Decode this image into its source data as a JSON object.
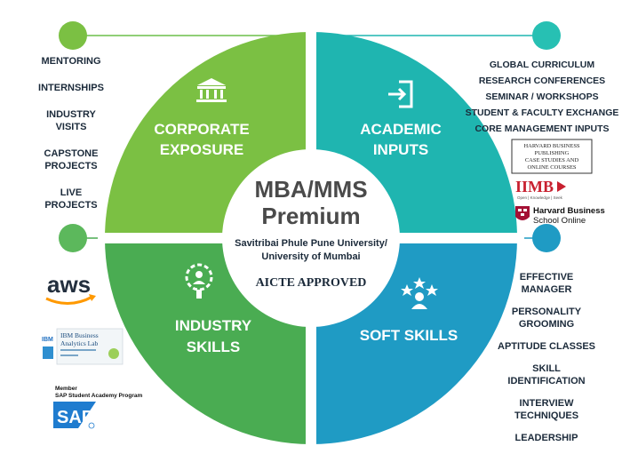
{
  "center": {
    "title_line1": "MBA/MMS",
    "title_line2": "Premium",
    "university_line1": "Savitribai Phule Pune University/",
    "university_line2": "University of Mumbai",
    "approval": "AICTE APPROVED"
  },
  "quadrants": [
    {
      "line1": "CORPORATE",
      "line2": "EXPOSURE",
      "icon": "institution-icon",
      "color": "#7bc043"
    },
    {
      "line1": "ACADEMIC",
      "line2": "INPUTS",
      "icon": "login-icon",
      "color": "#1fb5b0"
    },
    {
      "line1": "INDUSTRY",
      "line2": "SKILLS",
      "icon": "gear-person-icon",
      "color": "#4aac52"
    },
    {
      "line1": "SOFT SKILLS",
      "line2": "",
      "icon": "team-stars-icon",
      "color": "#1f9bc4"
    }
  ],
  "corporate_items": [
    "MENTORING",
    "INTERNSHIPS",
    "INDUSTRY VISITS",
    "CAPSTONE PROJECTS",
    "LIVE PROJECTS"
  ],
  "academic_items": [
    "GLOBAL CURRICULUM",
    "RESEARCH CONFERENCES",
    "SEMINAR / WORKSHOPS",
    "STUDENT & FACULTY EXCHANGE",
    "CORE MANAGEMENT INPUTS"
  ],
  "soft_items": [
    "EFFECTIVE MANAGER",
    "PERSONALITY GROOMING",
    "APTITUDE CLASSES",
    "SKILL IDENTIFICATION",
    "INTERVIEW TECHNIQUES",
    "LEADERSHIP"
  ],
  "logos": {
    "harvard_publishing": [
      "HARVARD BUSINESS",
      "PUBLISHING",
      "CASE STUDIES AND",
      "ONLINE COURSES"
    ],
    "iimb": "IIMB",
    "iimb_tagline": "Open | Knowledge | Seek",
    "hbs_line1": "Harvard Business",
    "hbs_line2": "School Online",
    "aws": "aws",
    "ibm": "IBM",
    "ibm_lab_line1": "IBM Business",
    "ibm_lab_line2": "Analytics Lab",
    "sap_member_line1": "Member",
    "sap_member_line2": "SAP Student Academy Program",
    "sap": "SAP"
  },
  "colors": {
    "green_light": "#7bc043",
    "teal": "#1fb5b0",
    "green": "#4aac52",
    "blue": "#1f9bc4",
    "text_dark": "#1b2a3a"
  }
}
